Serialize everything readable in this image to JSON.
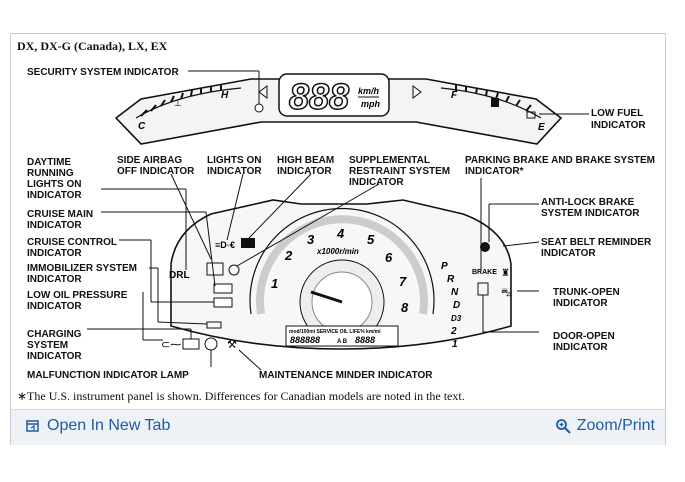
{
  "header": "DX, DX-G (Canada), LX, EX",
  "labels": {
    "security": "SECURITY SYSTEM INDICATOR",
    "low_fuel_1": "LOW FUEL",
    "low_fuel_2": "INDICATOR",
    "drl_1": "DAYTIME",
    "drl_2": "RUNNING",
    "drl_3": "LIGHTS ON",
    "drl_4": "INDICATOR",
    "side_airbag_1": "SIDE AIRBAG",
    "side_airbag_2": "OFF INDICATOR",
    "lights_on_1": "LIGHTS ON",
    "lights_on_2": "INDICATOR",
    "high_beam_1": "HIGH BEAM",
    "high_beam_2": "INDICATOR",
    "srs_1": "SUPPLEMENTAL",
    "srs_2": "RESTRAINT SYSTEM",
    "srs_3": "INDICATOR",
    "parking_brake_1": "PARKING BRAKE AND BRAKE SYSTEM",
    "parking_brake_2": "INDICATOR*",
    "cruise_main_1": "CRUISE MAIN",
    "cruise_main_2": "INDICATOR",
    "abs_1": "ANTI-LOCK BRAKE",
    "abs_2": "SYSTEM INDICATOR",
    "cruise_control_1": "CRUISE CONTROL",
    "cruise_control_2": "INDICATOR",
    "seat_belt_1": "SEAT BELT REMINDER",
    "seat_belt_2": "INDICATOR",
    "immobilizer_1": "IMMOBILIZER SYSTEM",
    "immobilizer_2": "INDICATOR",
    "oil_1": "LOW OIL PRESSURE",
    "oil_2": "INDICATOR",
    "trunk_1": "TRUNK-OPEN",
    "trunk_2": "INDICATOR",
    "charging_1": "CHARGING",
    "charging_2": "SYSTEM",
    "charging_3": "INDICATOR",
    "door_1": "DOOR-OPEN",
    "door_2": "INDICATOR",
    "malfunction": "MALFUNCTION INDICATOR LAMP",
    "maintenance": "MAINTENANCE MINDER INDICATOR"
  },
  "cluster": {
    "speed_digits": "888",
    "unit_top": "km/h",
    "unit_bottom": "mph",
    "temp_hot": "H",
    "temp_cold": "C",
    "fuel_full": "F",
    "fuel_empty": "E",
    "tach_numbers": [
      "1",
      "2",
      "3",
      "4",
      "5",
      "6",
      "7",
      "8"
    ],
    "tach_scale": "x1000r/min",
    "drl": "DRL",
    "brake_text": "BRAKE",
    "gears": [
      "P",
      "R",
      "N",
      "D",
      "D3",
      "2",
      "1"
    ],
    "lcd_top": "mod/100mi SERVICE OIL LIFE% km/mi",
    "lcd_left": "888888",
    "lcd_right": "8888",
    "lcd_mode": "A B"
  },
  "footnote": "∗The U.S. instrument panel is shown. Differences for Canadian models are noted in the text.",
  "footer": {
    "open_new_tab": "Open In New Tab",
    "zoom_print": "Zoom/Print"
  }
}
